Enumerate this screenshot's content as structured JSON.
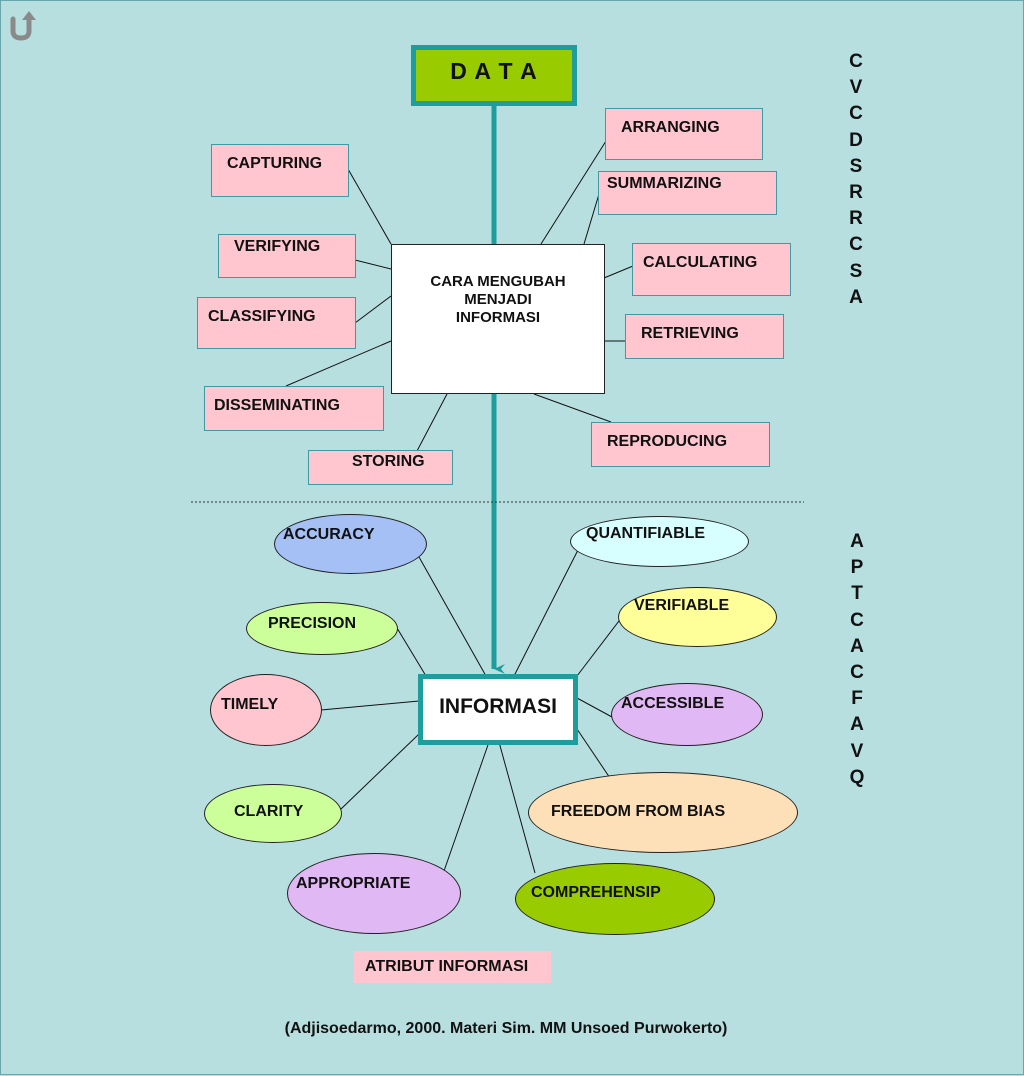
{
  "header": {
    "back_icon": "u-turn-arrow-icon"
  },
  "data_box": {
    "label": "D A T A",
    "color": "#99cc00",
    "border": "#1f9c9c"
  },
  "process_box": {
    "label_lines": [
      "CARA MENGUBAH",
      "MENJADI",
      "INFORMASI"
    ]
  },
  "processes": {
    "capturing": "CAPTURING",
    "verifying": "VERIFYING",
    "classifying": "CLASSIFYING",
    "disseminating": "DISSEMINATING",
    "storing": "STORING",
    "arranging": "ARRANGING",
    "summarizing": "SUMMARIZING",
    "calculating": "CALCULATING",
    "retrieving": "RETRIEVING",
    "reproducing": "REPRODUCING"
  },
  "process_acronym": [
    "C",
    "V",
    "C",
    "D",
    "S",
    "R",
    "R",
    "C",
    "S",
    "A"
  ],
  "info_box": {
    "label": "INFORMASI"
  },
  "attributes": {
    "accuracy": "ACCURACY",
    "precision": "PRECISION",
    "timely": "TIMELY",
    "clarity": "CLARITY",
    "appropriate": "APPROPRIATE",
    "comprehensip": "COMPREHENSIP",
    "freedom_from_bias": "FREEDOM FROM BIAS",
    "accessible": "ACCESSIBLE",
    "verifiable": "VERIFIABLE",
    "quantifiable": "QUANTIFIABLE"
  },
  "attribute_acronym": [
    "A",
    "P",
    "T",
    "C",
    "A",
    "C",
    "F",
    "A",
    "V",
    "Q"
  ],
  "attribute_caption": "ATRIBUT INFORMASI",
  "citation": "(Adjisoedarmo, 2000. Materi Sim. MM Unsoed Purwokerto)",
  "colors": {
    "background": "#b8dfe0",
    "pink_box": "#ffc6cf",
    "accent_teal": "#1f9c9c",
    "accuracy": "#a4c0f4",
    "precision": "#ccff99",
    "timely": "#ffc6cf",
    "clarity": "#ccff99",
    "appropriate": "#e0b8f4",
    "comprehensip": "#99cc00",
    "freedom_from_bias": "#fde0b8",
    "accessible": "#e0b8f4",
    "verifiable": "#ffff99",
    "quantifiable": "#d7ffff"
  }
}
